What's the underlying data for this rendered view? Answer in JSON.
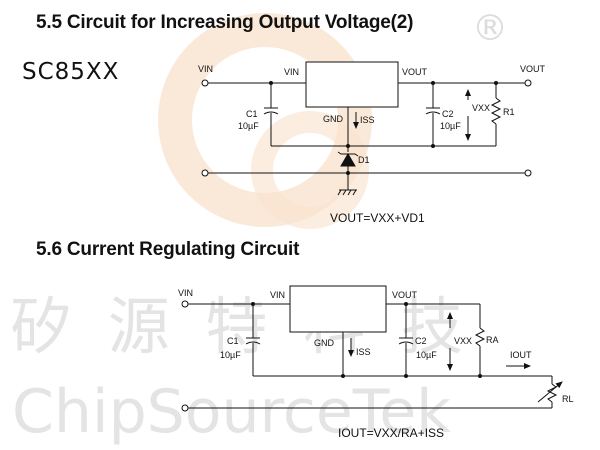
{
  "watermark": {
    "cjk": "矽 源 特 科 技",
    "latin": "ChipSourceTek",
    "registered": "®",
    "color_light": "#e6e6e6",
    "color_logo": "#f5dcc2"
  },
  "section_1": {
    "title": "5.5  Circuit for Increasing Output Voltage(2)",
    "part_number": "SC85XX",
    "labels": {
      "vin_node": "VIN",
      "vin_pin": "VIN",
      "vout_pin": "VOUT",
      "vout_node": "VOUT",
      "gnd": "GND",
      "iss": "ISS",
      "c1": "C1",
      "c1_value": "10µF",
      "c2": "C2",
      "c2_value": "10µF",
      "vxx": "VXX",
      "r1": "R1",
      "d1": "D1"
    },
    "equation": "VOUT=VXX+VD1"
  },
  "section_2": {
    "title": "5.6  Current Regulating Circuit",
    "labels": {
      "vin_node": "VIN",
      "vin_pin": "VIN",
      "vout_pin": "VOUT",
      "gnd": "GND",
      "iss": "ISS",
      "c1": "C1",
      "c1_value": "10µF",
      "c2": "C2",
      "c2_value": "10µF",
      "vxx": "VXX",
      "ra": "RA",
      "iout": "IOUT",
      "rl": "RL"
    },
    "equation": "IOUT=VXX/RA+ISS"
  }
}
